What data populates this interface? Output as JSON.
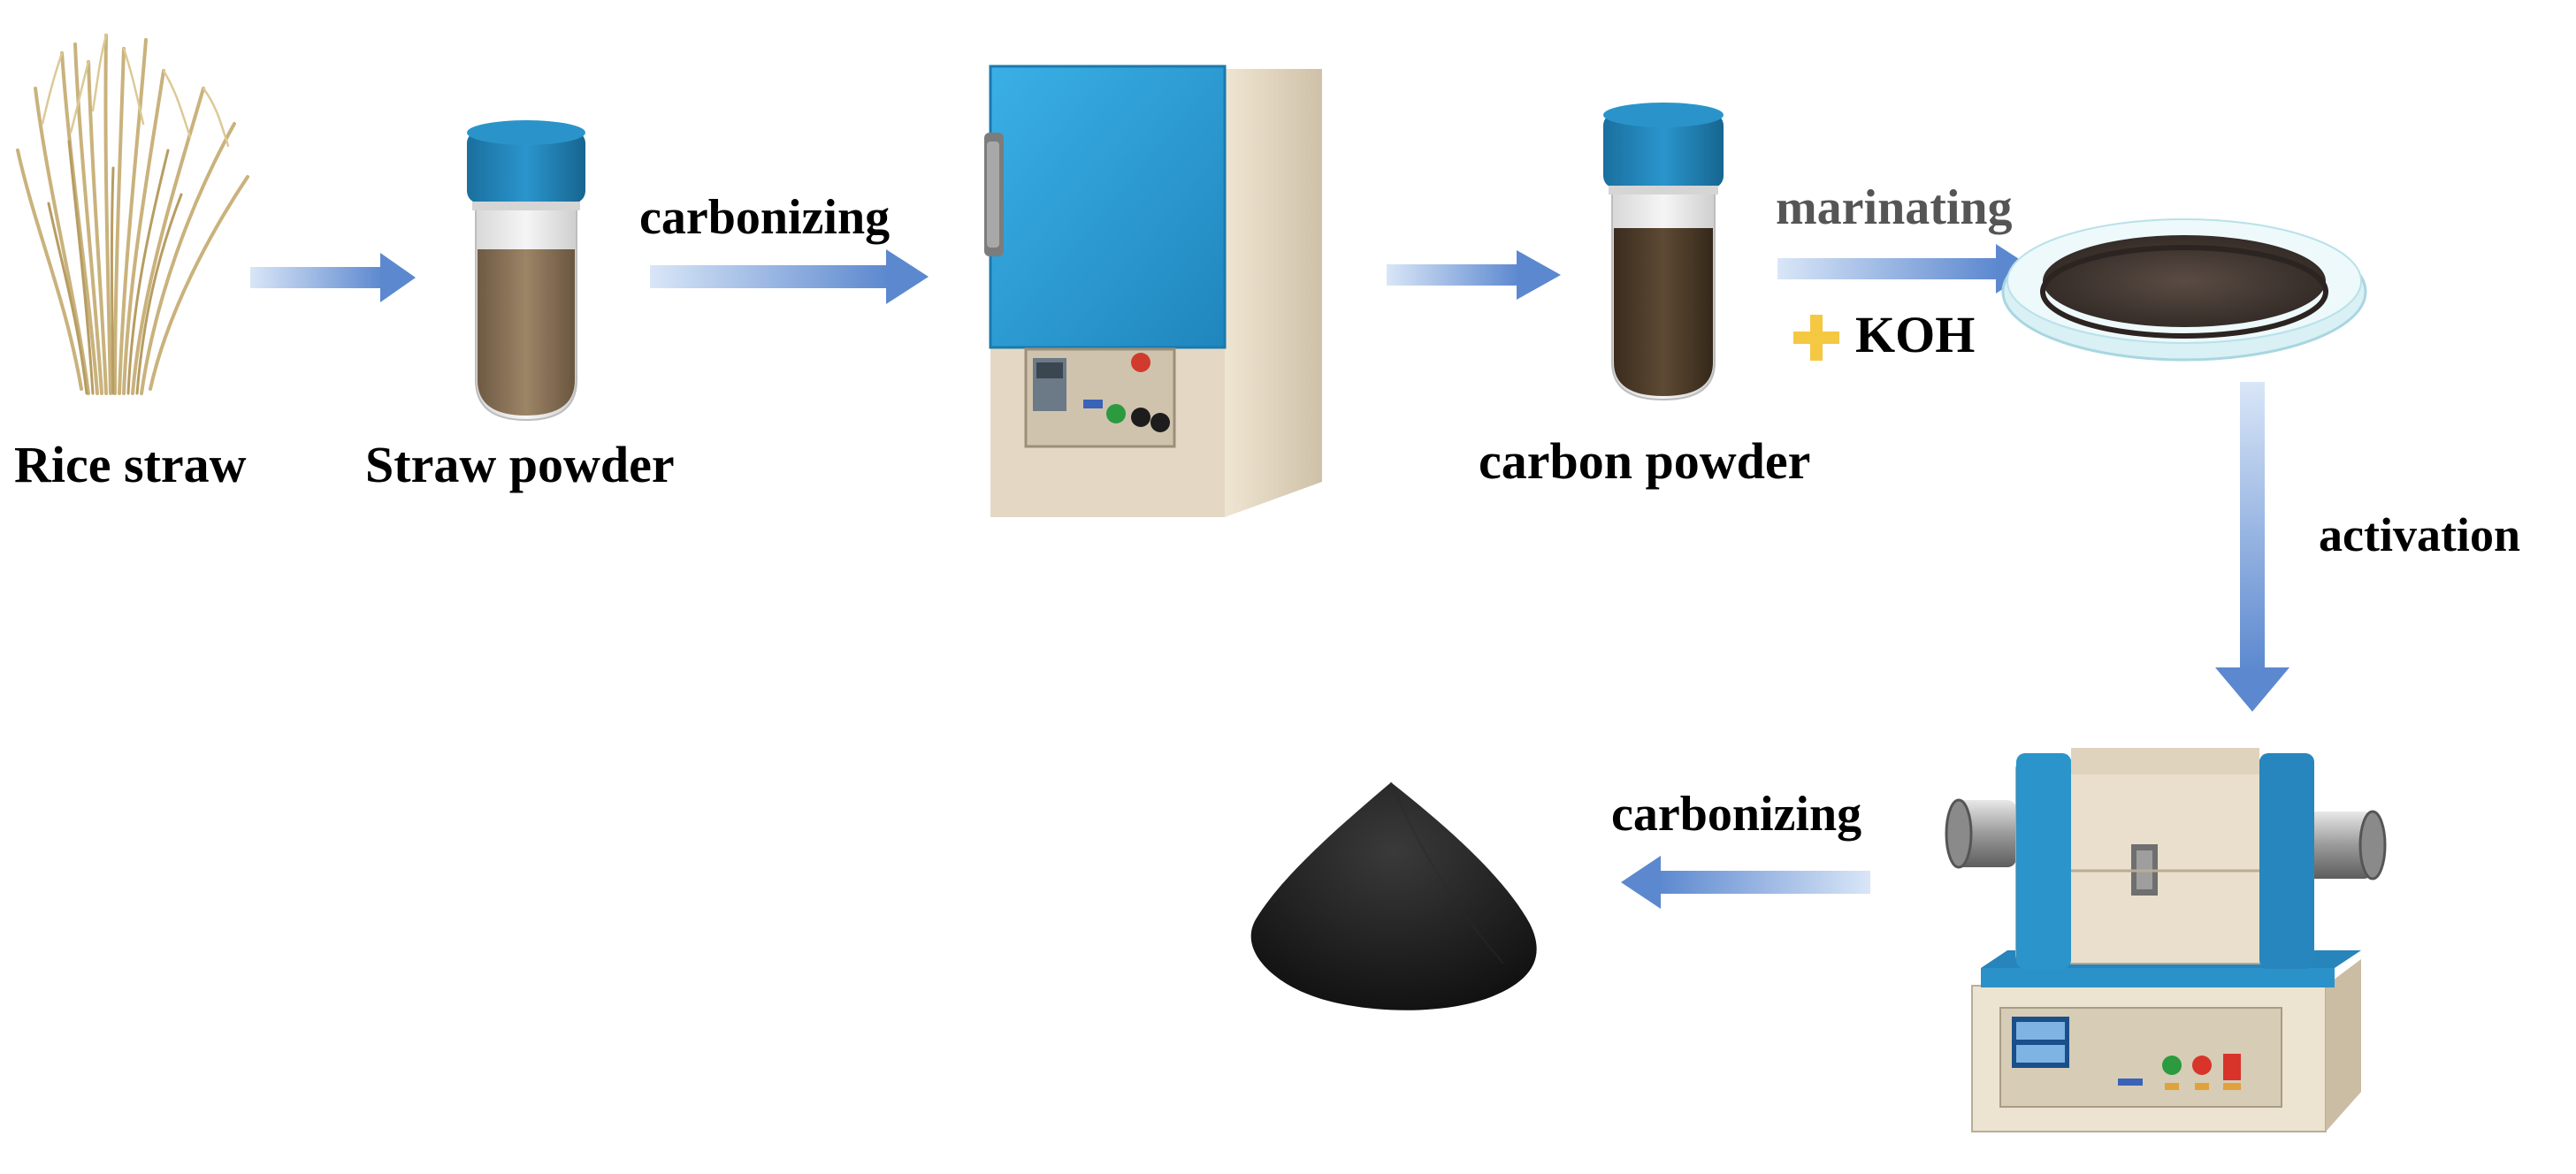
{
  "labels": {
    "rice_straw": "Rice straw",
    "straw_powder": "Straw powder",
    "carbonizing_1": "carbonizing",
    "carbon_powder": "carbon powder",
    "marinating": "marinating",
    "koh": "KOH",
    "activation": "activation",
    "carbonizing_2": "carbonizing"
  },
  "colors": {
    "arrow": "#6f97d6",
    "oven_blue": "#2f9ad1",
    "oven_beige": "#e2d6c2",
    "cap_blue": "#1f7fb4",
    "powder_brown": "#8a7258",
    "carbon_dark": "#4e3c2a",
    "plus_yellow": "#f5c842",
    "dish_glass": "#c9e8f0"
  },
  "icons": [
    "rice-straw-bundle-icon",
    "vial-icon",
    "muffle-furnace-icon",
    "petri-dish-icon",
    "tube-furnace-icon",
    "carbon-pile-icon",
    "arrow-icon",
    "plus-icon"
  ]
}
